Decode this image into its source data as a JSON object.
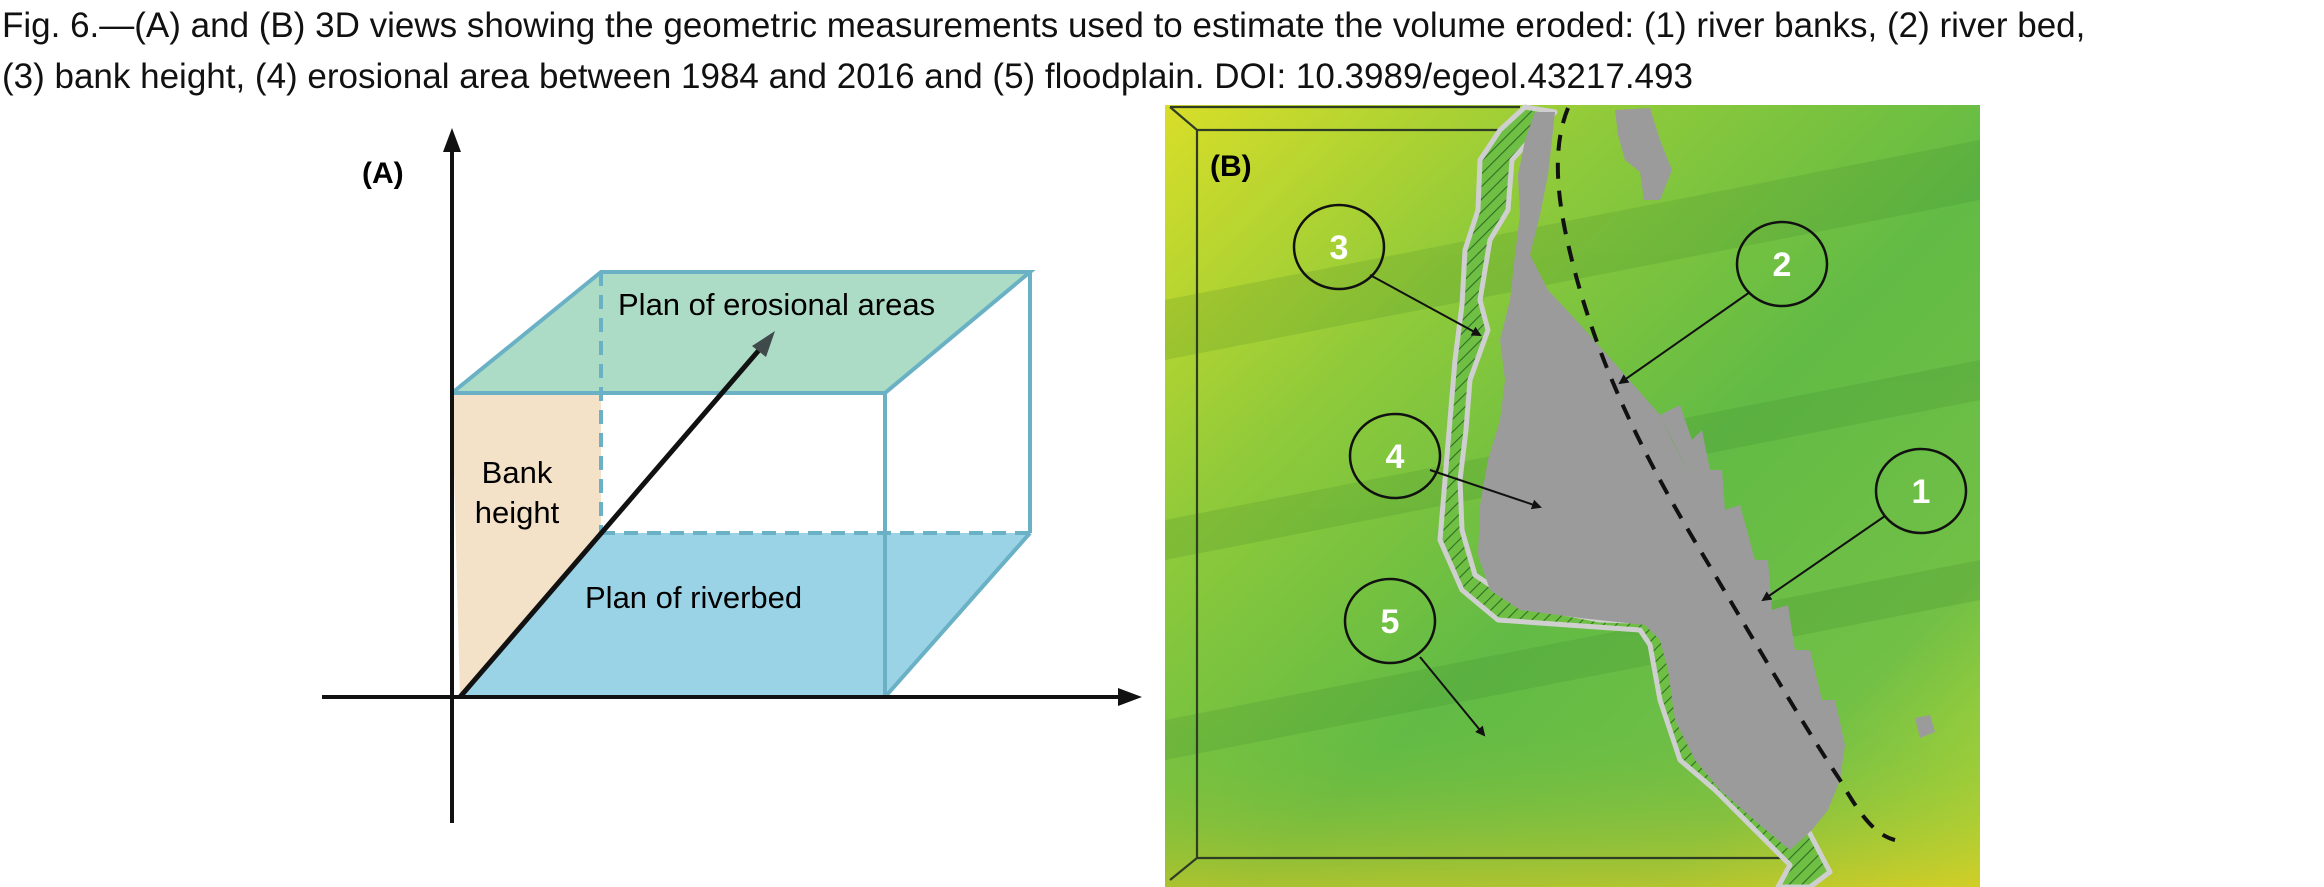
{
  "caption": {
    "line1": "Fig. 6.—(A) and (B) 3D views showing the geometric measurements used to estimate the volume eroded: (1) river banks, (2) river bed,",
    "line2": "(3) bank height, (4) erosional area between 1984 and 2016 and (5) floodplain. DOI: 10.3989/egeol.43217.493"
  },
  "panel_a": {
    "label": "(A)",
    "top_plane": "Plan of erosional areas",
    "bank_line1": "Bank",
    "bank_line2": "height",
    "bottom_plane": "Plan of riverbed",
    "colors": {
      "top": "#acdcc6",
      "side": "#f3e1c8",
      "bottom": "#9ad3e6",
      "edge": "#6ab1c6"
    }
  },
  "panel_b": {
    "label": "(B)",
    "markers": [
      "3",
      "2",
      "4",
      "1",
      "5"
    ],
    "colors": {
      "floodplain_green": "#6fbf45",
      "yellow": "#d3dc2c",
      "erosion_grey": "#9a9a9a",
      "bank_outline": "#c9c9c9",
      "hatch": "#3f8a2a"
    }
  }
}
